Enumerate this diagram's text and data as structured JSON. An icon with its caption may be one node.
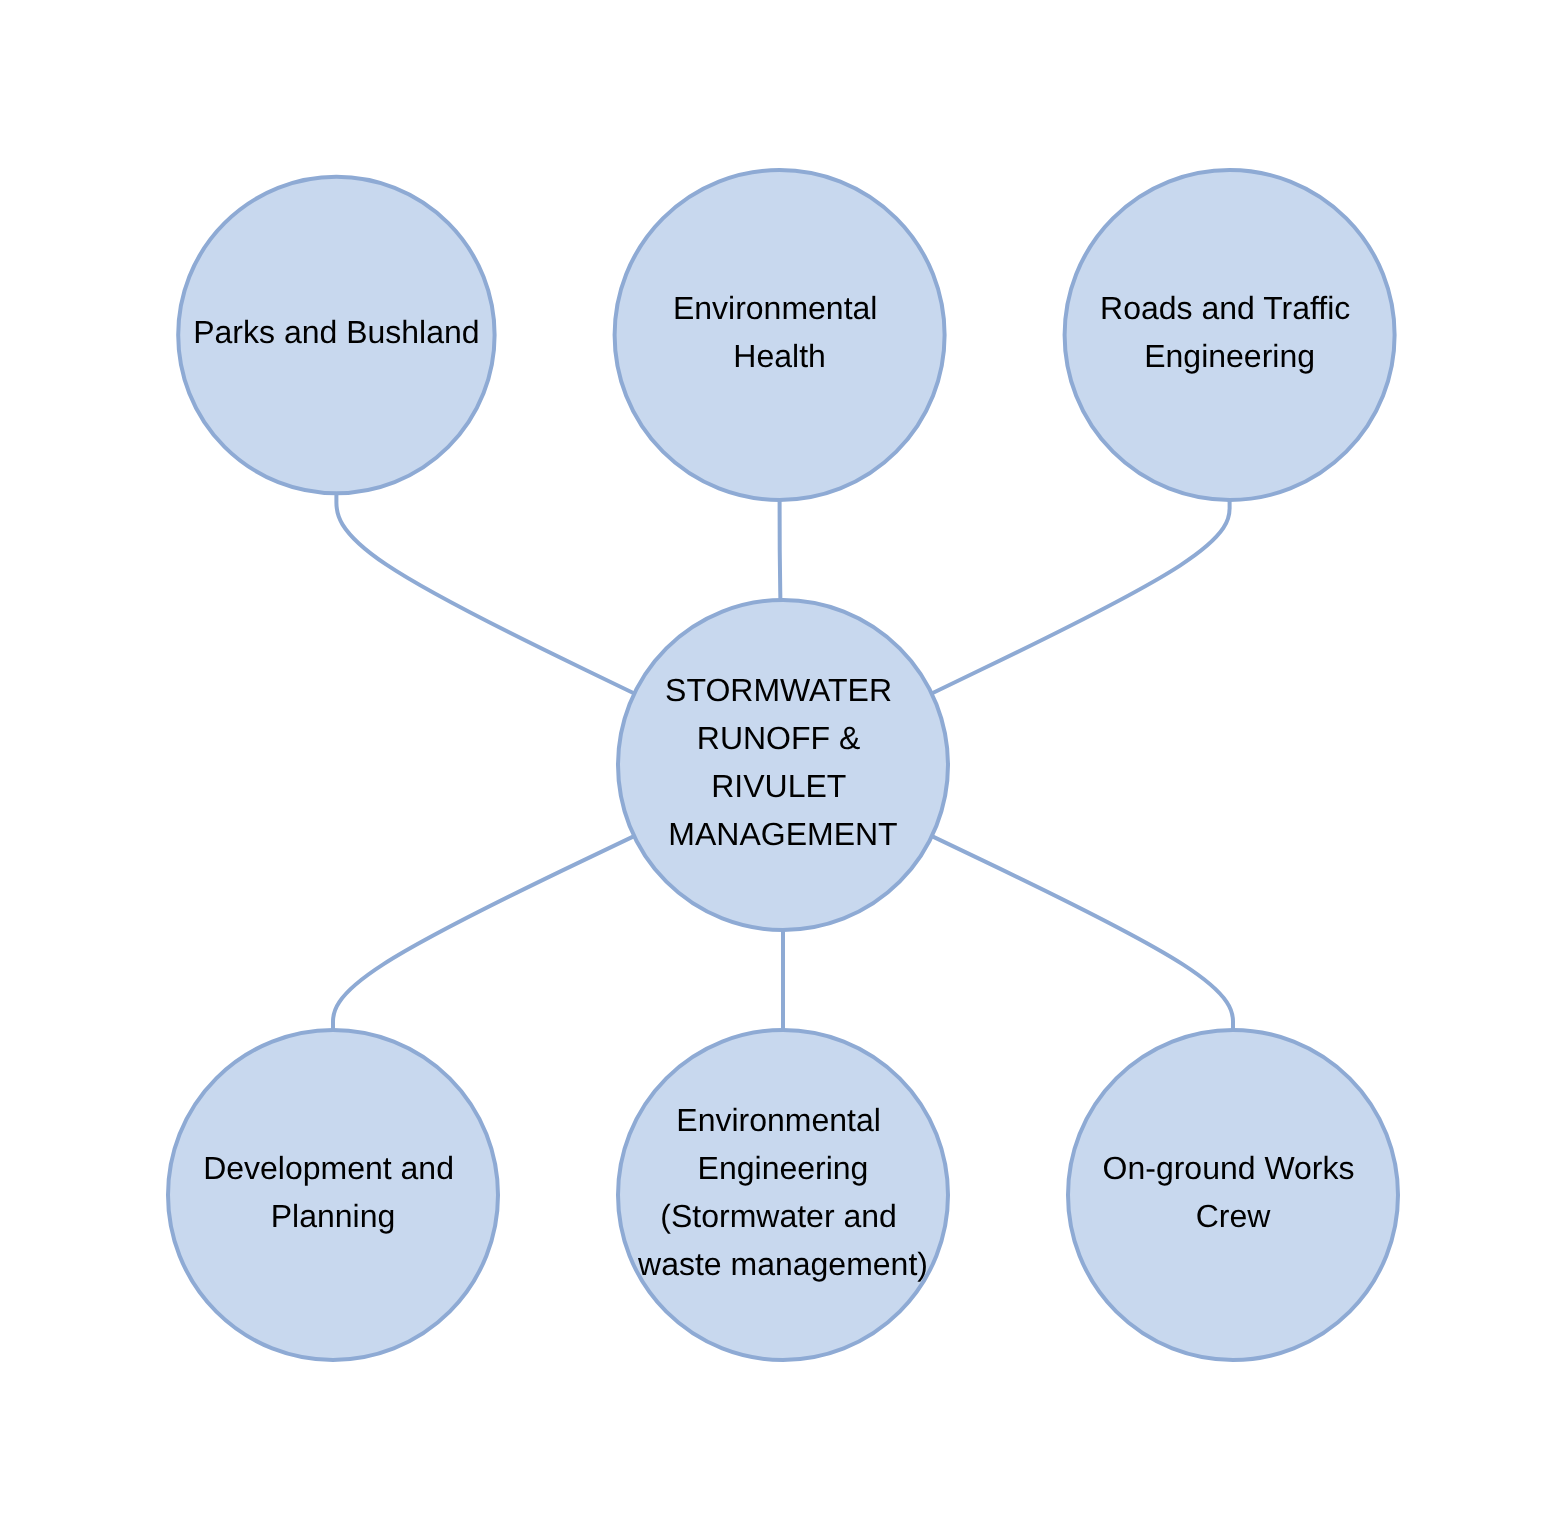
{
  "diagram": {
    "nodes": [
      {
        "text": [
          "Environmental Health"
        ]
      },
      {
        "text": [
          "Parks and Bushland"
        ]
      },
      {
        "text": [
          "Roads and Traffic Engineering"
        ]
      },
      {
        "text": [
          "STORMWATER RUNOFF & RIVULET MANAGEMENT"
        ]
      },
      {
        "text": [
          "Development and Planning"
        ]
      },
      {
        "text": [
          "On-ground Works Crew"
        ]
      },
      {
        "text": [
          "Environmental Engineering",
          "(Stormwater and waste management)"
        ]
      }
    ],
    "edges": [
      {
        "from": 1,
        "to": 3,
        "arrow": "none"
      },
      {
        "from": 0,
        "to": 3,
        "arrow": "none"
      },
      {
        "from": 2,
        "to": 3,
        "arrow": "none"
      },
      {
        "from": 3,
        "to": 4,
        "arrow": "none"
      },
      {
        "from": 3,
        "to": 6,
        "arrow": "none"
      },
      {
        "from": 3,
        "to": 5,
        "arrow": "none"
      }
    ]
  }
}
